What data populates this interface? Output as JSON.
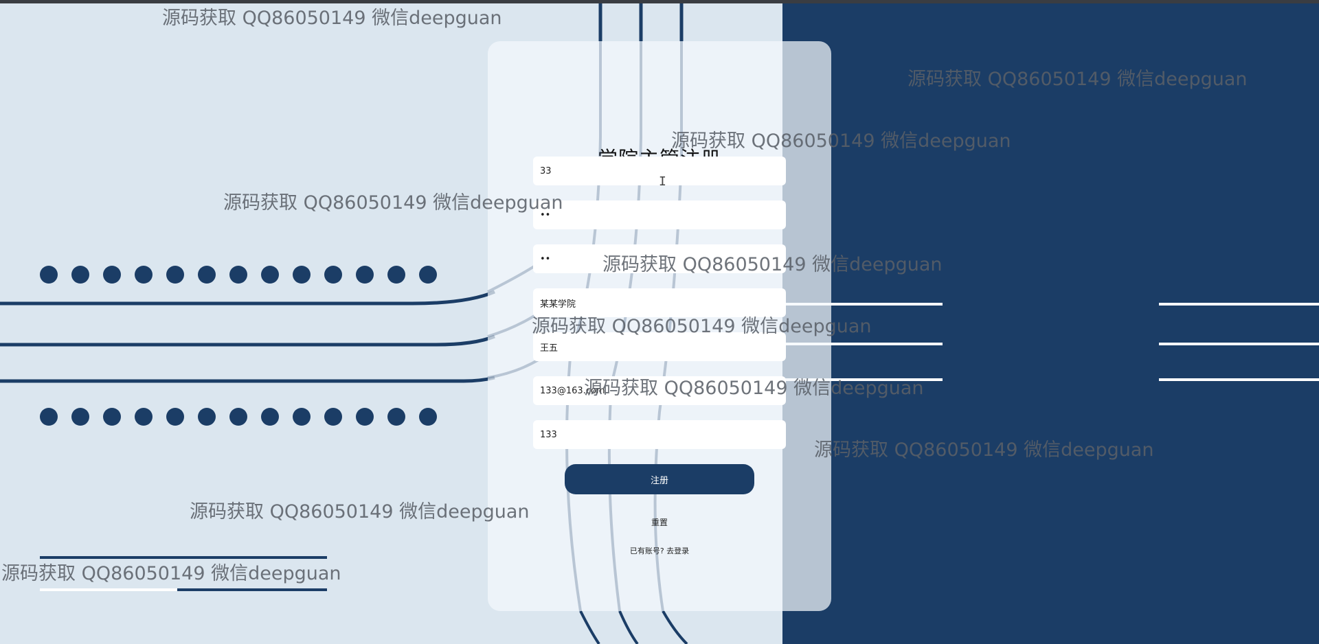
{
  "form": {
    "title": "学院主管注册",
    "fields": {
      "username": "33",
      "password": "••",
      "confirm_password": "••",
      "college": "某某学院",
      "name": "王五",
      "email": "133@163.com",
      "phone": "133"
    },
    "register_label": "注册",
    "reset_label": "重置",
    "has_account_text": "已有账号?",
    "login_link": "去登录"
  },
  "watermarks": [
    "源码获取 QQ86050149 微信deepguan",
    "源码获取 QQ86050149 微信deepguan",
    "源码获取 QQ86050149 微信deepguan",
    "源码获取 QQ86050149 微信deepguan",
    "源码获取 QQ86050149 微信deepguan",
    "源码获取 QQ86050149 微信deepguan",
    "源码获取 QQ86050149 微信deepguan",
    "源码获取 QQ86050149 微信deepguan",
    "源码获取 QQ86050149 微信deepguan",
    "源码获取 QQ86050149 微信deepguan"
  ],
  "colors": {
    "primary": "#1b3d66",
    "left_background": "#dbe6ef",
    "card": "#f4f8fc"
  },
  "icons": {
    "cursor": "text-cursor-icon"
  }
}
